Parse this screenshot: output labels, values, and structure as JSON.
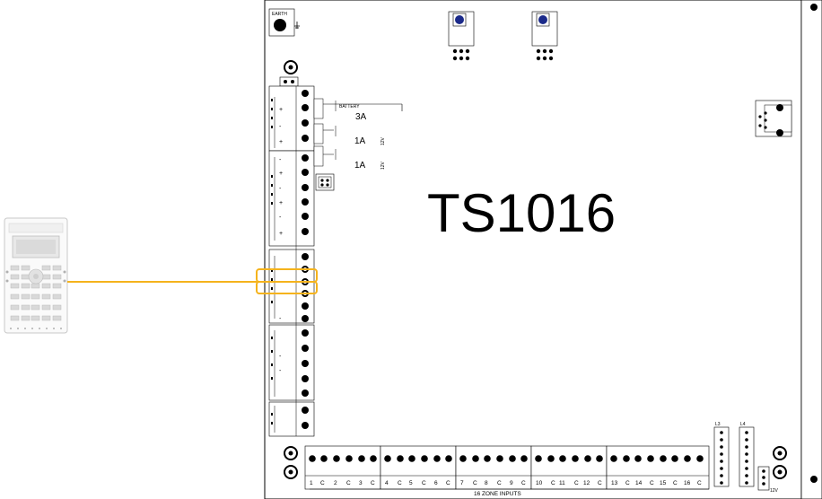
{
  "board": {
    "model": "TS1016",
    "earth_label": "EARTH",
    "battery_label": "BATTERY",
    "fuses": [
      {
        "rating": "3A",
        "tag": ""
      },
      {
        "rating": "1A",
        "tag": "12V"
      },
      {
        "rating": "1A",
        "tag": "12V"
      }
    ],
    "zone_inputs_label": "16 ZONE INPUTS",
    "zone_labels": [
      "1",
      "C",
      "2",
      "C",
      "3",
      "C",
      "4",
      "C",
      "5",
      "C",
      "6",
      "C",
      "7",
      "C",
      "8",
      "C",
      "9",
      "C",
      "10",
      "C",
      "11",
      "C",
      "12",
      "C",
      "13",
      "C",
      "14",
      "C",
      "15",
      "C",
      "16",
      "C"
    ],
    "header_labels": [
      "L3",
      "L4"
    ],
    "bottom_right_label": "12V",
    "left_terminal_signs": [
      "+",
      "-",
      "+",
      "-",
      "+",
      "-",
      "+",
      "-",
      "+",
      "-",
      "-",
      "-",
      "-"
    ]
  },
  "connection": {
    "color": "#f5b31c"
  },
  "colors": {
    "board_stroke": "#000000",
    "wire": "#f5b31c",
    "button_blue": "#1b2a8a",
    "keypad_border": "#c8c8c8"
  }
}
